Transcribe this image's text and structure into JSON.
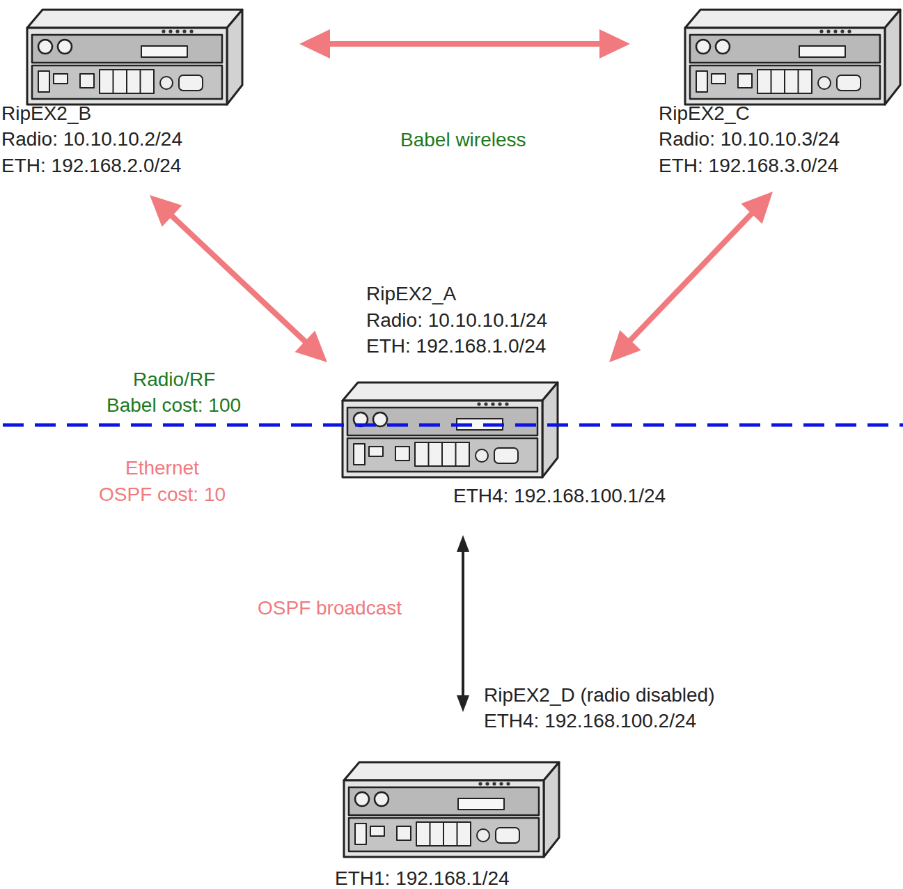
{
  "diagram": {
    "nodes": [
      {
        "text": [
          "RipEX2_B",
          "Radio: 10.10.10.2/24",
          "ETH: 192.168.2.0/24"
        ]
      },
      {
        "text": [
          "RipEX2_C",
          "Radio: 10.10.10.3/24",
          "ETH: 192.168.3.0/24"
        ]
      },
      {
        "text": [
          "RipEX2_A",
          "Radio: 10.10.10.1/24",
          "ETH: 192.168.1.0/24",
          "ETH4: 192.168.100.1/24"
        ]
      },
      {
        "text": [
          "RipEX2_D (radio disabled)",
          "ETH4: 192.168.100.2/24",
          "ETH1: 192.168.1/24"
        ]
      }
    ],
    "edges": [
      {
        "from": 0,
        "to": 1,
        "arrow": "both",
        "label": "Babel wireless"
      },
      {
        "from": 0,
        "to": 2,
        "arrow": "both"
      },
      {
        "from": 1,
        "to": 2,
        "arrow": "both"
      },
      {
        "from": 2,
        "to": 3,
        "arrow": "both",
        "label": "OSPF broadcast"
      }
    ],
    "labels": [
      "Radio/RF",
      "Babel cost: 100",
      "Ethernet",
      "OSPF cost: 10"
    ]
  }
}
